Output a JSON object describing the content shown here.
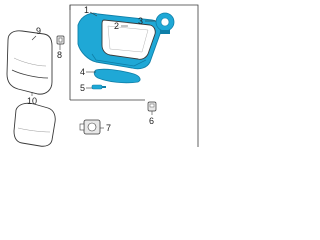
{
  "diagram": {
    "colors": {
      "line": "#3a3a3a",
      "highlight": "#1fa8d6",
      "highlight_dark": "#0f7fa8",
      "part_fill": "#ffffff",
      "part_shade": "#e8e8e8"
    },
    "callouts": [
      {
        "id": "1",
        "label": "1"
      },
      {
        "id": "2",
        "label": "2"
      },
      {
        "id": "3",
        "label": "3"
      },
      {
        "id": "4",
        "label": "4"
      },
      {
        "id": "5",
        "label": "5"
      },
      {
        "id": "6",
        "label": "6"
      },
      {
        "id": "7",
        "label": "7"
      },
      {
        "id": "8",
        "label": "8"
      },
      {
        "id": "9",
        "label": "9"
      },
      {
        "id": "10",
        "label": "10"
      }
    ]
  }
}
